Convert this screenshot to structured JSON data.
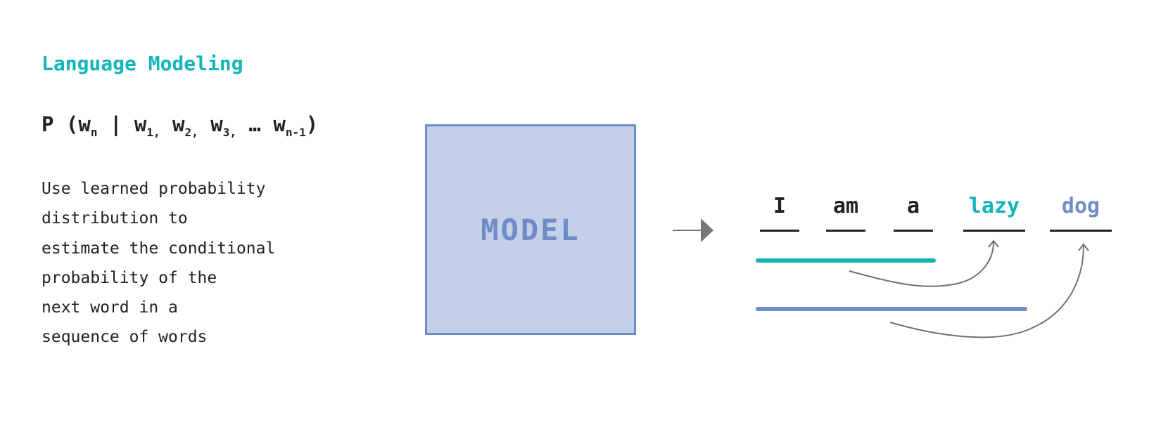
{
  "title": "Language Modeling",
  "formula": {
    "prefix": "P (w",
    "sub_n": "n",
    "bar": " | w",
    "sub_1": "1,",
    "w2": " w",
    "sub_2": "2,",
    "w3": " w",
    "sub_3": "3,",
    "ellipsis": " … w",
    "sub_last": "n-1",
    "close": ")"
  },
  "description": {
    "lines": [
      "Use learned probability",
      "distribution to",
      "estimate the conditional",
      "probability of the",
      "next word in a",
      "sequence of words"
    ]
  },
  "model": {
    "label": "MODEL"
  },
  "words": [
    {
      "text": "I",
      "color": "#222222"
    },
    {
      "text": "am",
      "color": "#222222"
    },
    {
      "text": "a",
      "color": "#222222"
    },
    {
      "text": "lazy",
      "color": "#12b5b9"
    },
    {
      "text": "dog",
      "color": "#6e8cc5"
    }
  ],
  "colors": {
    "teal": "#12b5b9",
    "blue": "#6e8cc5",
    "box_fill": "#c4cfe8",
    "arrow": "#77777b",
    "curve": "#707070",
    "text": "#222222"
  }
}
